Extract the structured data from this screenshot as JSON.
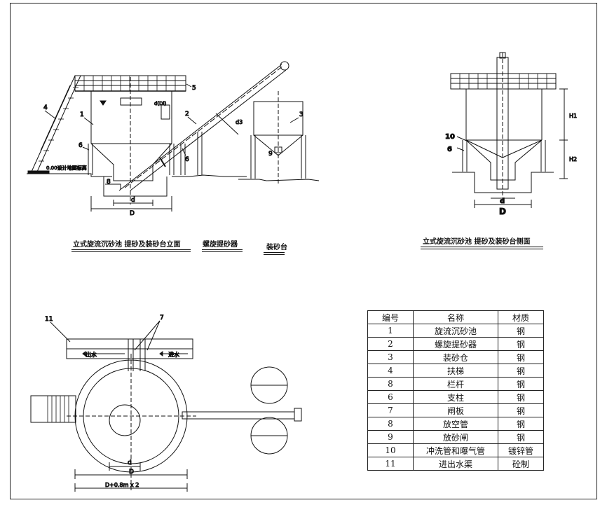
{
  "captions": {
    "elevation_main": "立式旋流沉砂池  提砂及装砂台立面",
    "screw": "螺旋提砂器",
    "loading": "装砂台",
    "side": "立式旋流沉砂池  提砂及装砂台侧面"
  },
  "labels": {
    "n1": "1",
    "n2": "2",
    "n3": "3",
    "n4": "4",
    "n5": "5",
    "n6": "6",
    "n6b": "6",
    "n7": "7",
    "n8": "8",
    "n9": "9",
    "n10": "10",
    "n11": "11",
    "level": "0.00设计地面标高",
    "d_tag": "d(Di)",
    "d3": "d3",
    "d": "d",
    "D": "D",
    "d_side": "d",
    "D_side": "D",
    "H1": "H1",
    "H2": "H2",
    "outlet": "出水",
    "inlet": "进水",
    "plan_d": "d",
    "plan_D": "D",
    "plan_total": "D+0.8m x 2"
  },
  "legend": {
    "headers": [
      "编号",
      "名称",
      "材质"
    ],
    "rows": [
      [
        "1",
        "旋流沉砂池",
        "钢"
      ],
      [
        "2",
        "螺旋提砂器",
        "钢"
      ],
      [
        "3",
        "装砂仓",
        "钢"
      ],
      [
        "4",
        "扶梯",
        "钢"
      ],
      [
        "8",
        "栏杆",
        "钢"
      ],
      [
        "6",
        "支柱",
        "钢"
      ],
      [
        "7",
        "闸板",
        "钢"
      ],
      [
        "8",
        "放空管",
        "钢"
      ],
      [
        "9",
        "放砂闸",
        "钢"
      ],
      [
        "10",
        "冲洗管和曝气管",
        "镀锌管"
      ],
      [
        "11",
        "进出水渠",
        "砼制"
      ]
    ]
  }
}
